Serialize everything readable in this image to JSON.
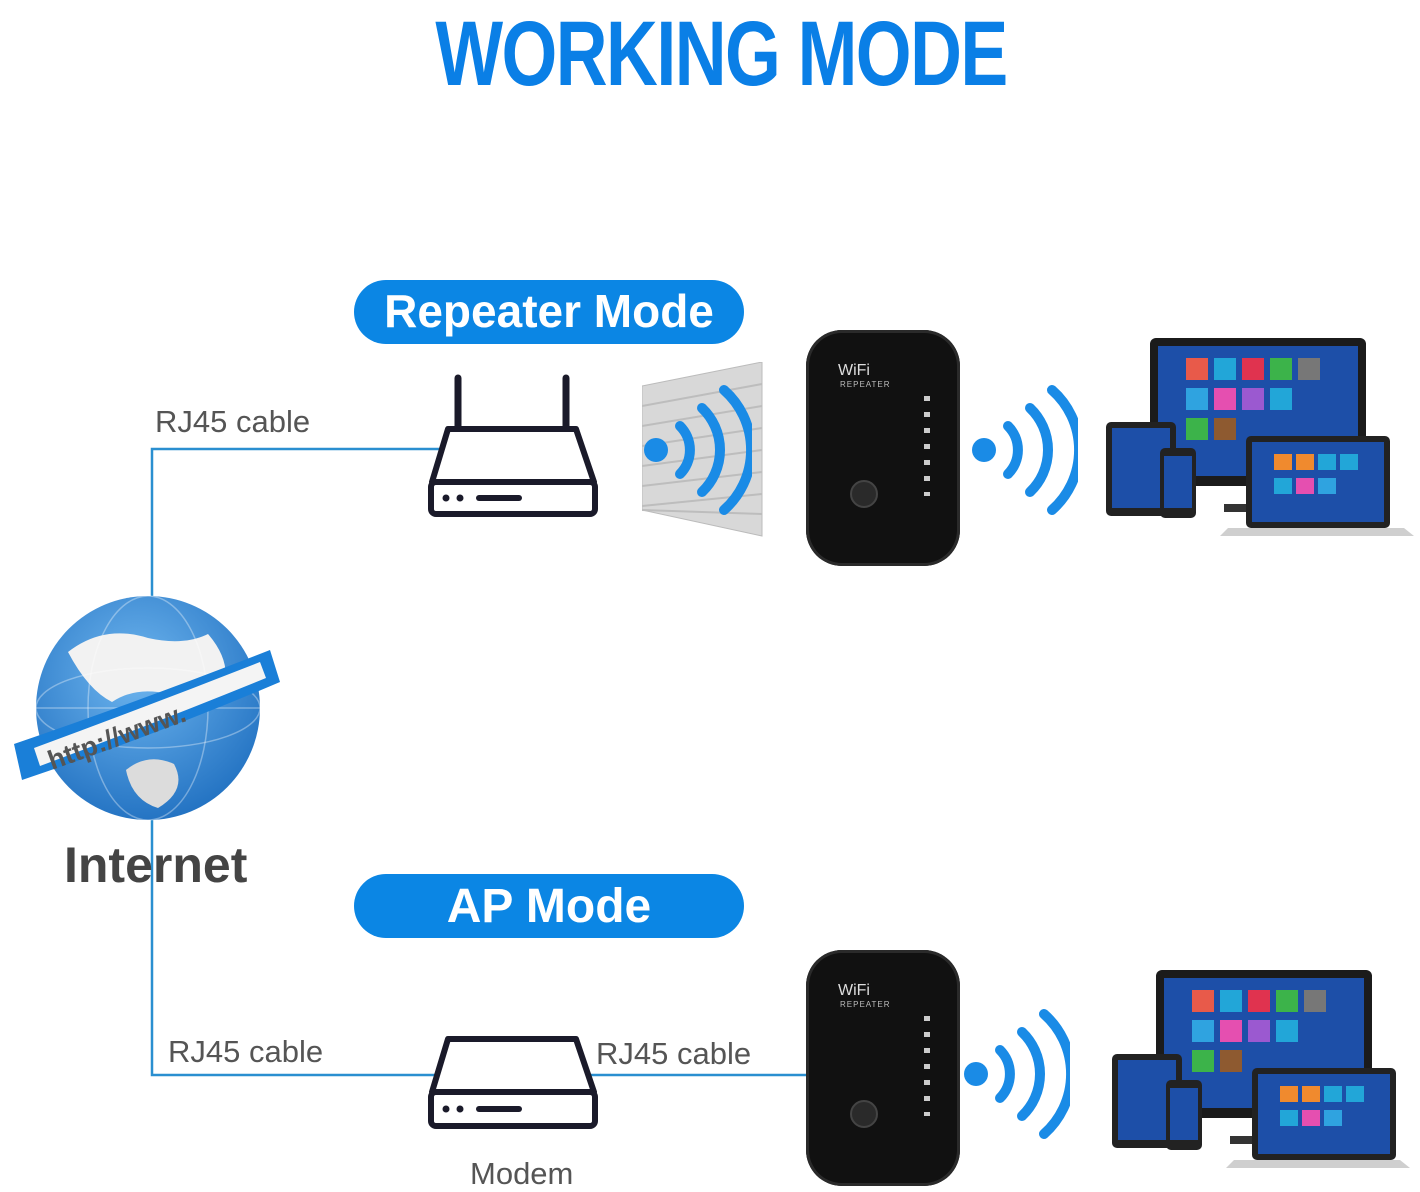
{
  "title": "WORKING MODE",
  "repeater_mode": {
    "label": "Repeater Mode",
    "cable_label": "RJ45 cable",
    "extender_logo": "WiFi",
    "extender_sub": "REPEATER"
  },
  "ap_mode": {
    "label": "AP Mode",
    "cable_label_left": "RJ45 cable",
    "cable_label_right": "RJ45 cable",
    "modem_label": "Modem",
    "extender_logo": "WiFi",
    "extender_sub": "REPEATER"
  },
  "internet": {
    "label": "Internet",
    "globe_banner": "http://www."
  },
  "colors": {
    "accent": "#0b86e4",
    "title": "#0a7fe6",
    "cable_line": "#2a8fd0",
    "device_black": "#111111"
  },
  "icons": [
    "router-icon",
    "brick-wall-icon",
    "wifi-signal-icon",
    "wifi-extender-icon",
    "devices-icon",
    "globe-icon",
    "modem-icon"
  ]
}
